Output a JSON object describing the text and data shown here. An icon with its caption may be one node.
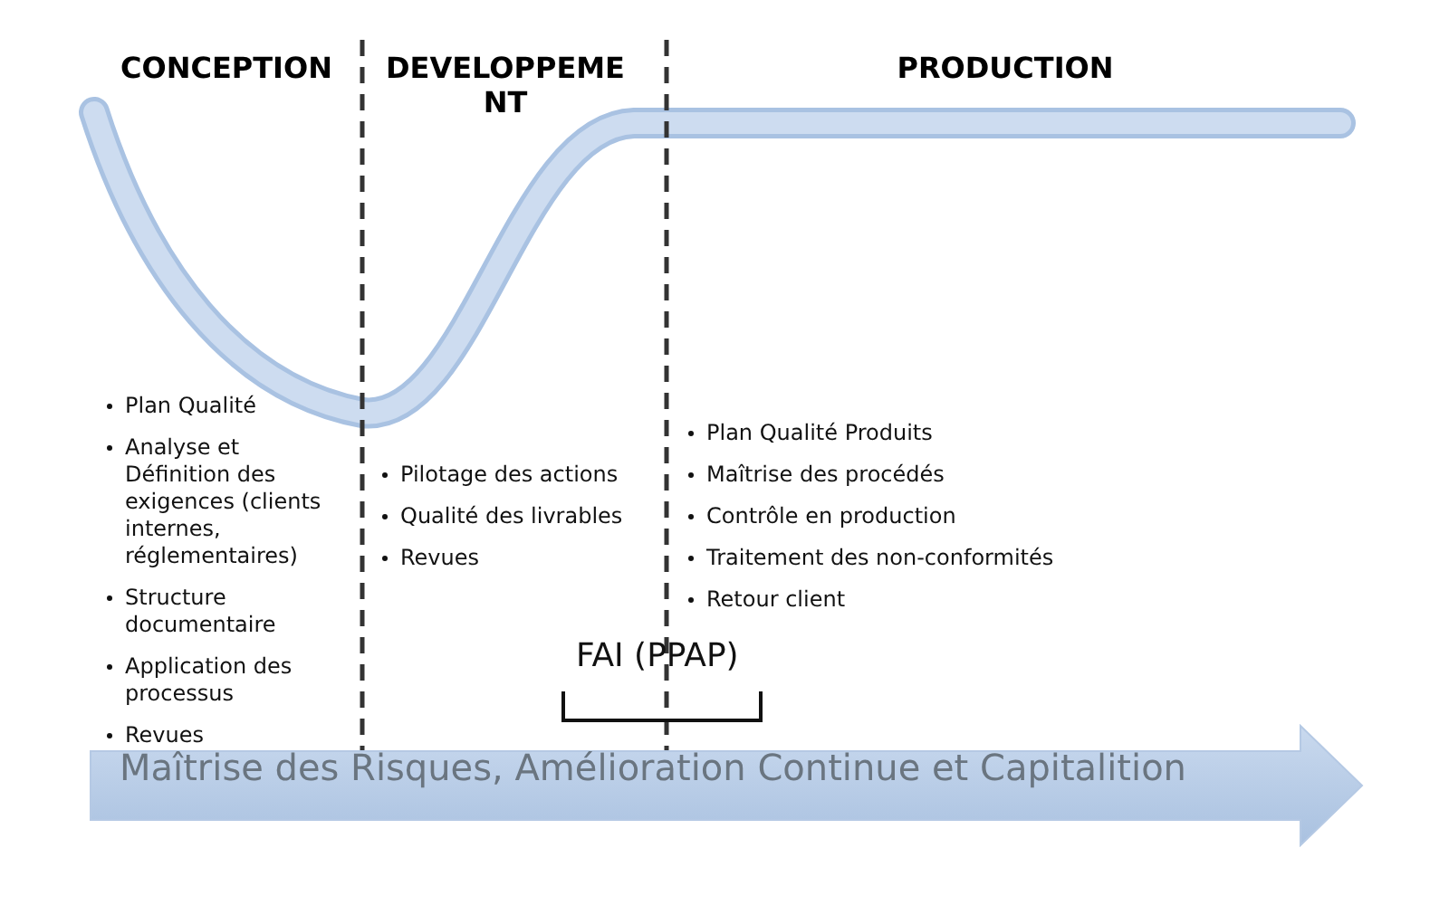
{
  "diagram": {
    "nodes": [
      {
        "text": [
          "Maîtrise des Risques, Amélioration Continue et Capitalition"
        ]
      }
    ],
    "edges": [],
    "labels": [
      "CONCEPTION",
      "DEVELOPPEMENT",
      "PRODUCTION",
      "Plan Qualité",
      "Analyse et Définition des exigences (clients internes, réglementaires)",
      "Structure documentaire",
      "Application des processus",
      "Revues",
      "Pilotage des actions",
      "Qualité des livrables",
      "Revues",
      "Plan Qualité Produits",
      "Maîtrise des procédés",
      "Contrôle en production",
      "Traitement des non-conformités",
      "Retour client",
      "FAI (PPAP)"
    ]
  }
}
